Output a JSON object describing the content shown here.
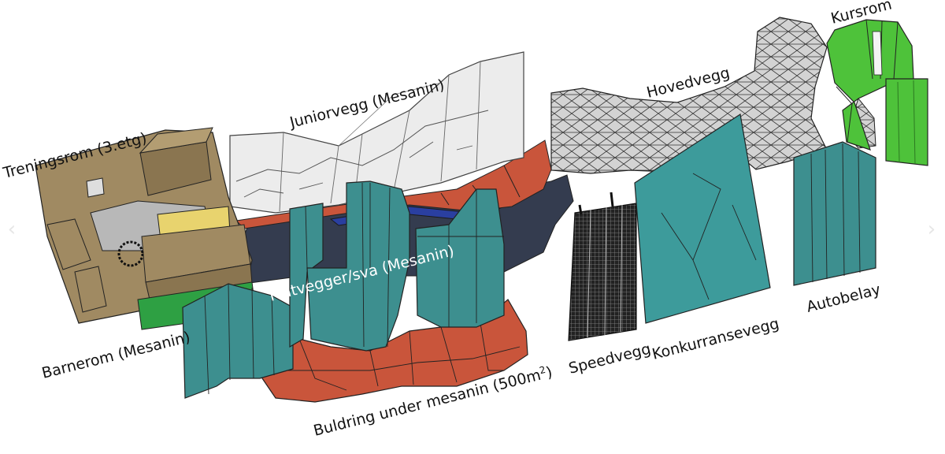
{
  "labels": {
    "treningsrom": "Treningsrom (3.etg)",
    "juniorvegg": "Juniorvegg (Mesanin)",
    "hovedvegg": "Hovedvegg",
    "kursrom": "Kursrom",
    "flatvegger": "Flatvegger/sva (Mesanin)",
    "barnerom": "Barnerom (Mesanin)",
    "buldring": "Buldring under mesanin (500m",
    "buldring_sup": "2",
    "buldring_end": ")",
    "speedvegg": "Speedvegg",
    "konkurransevegg": "Konkurransevegg",
    "autobelay": "Autobelay"
  },
  "nav": {
    "prev": "‹",
    "next": "›"
  },
  "colors": {
    "building": "#a08a62",
    "teal": "#3d8f8f",
    "orange": "#c9553b",
    "navy": "#343c4f",
    "green": "#4ec23a",
    "mesh": "#d0d0d0"
  }
}
